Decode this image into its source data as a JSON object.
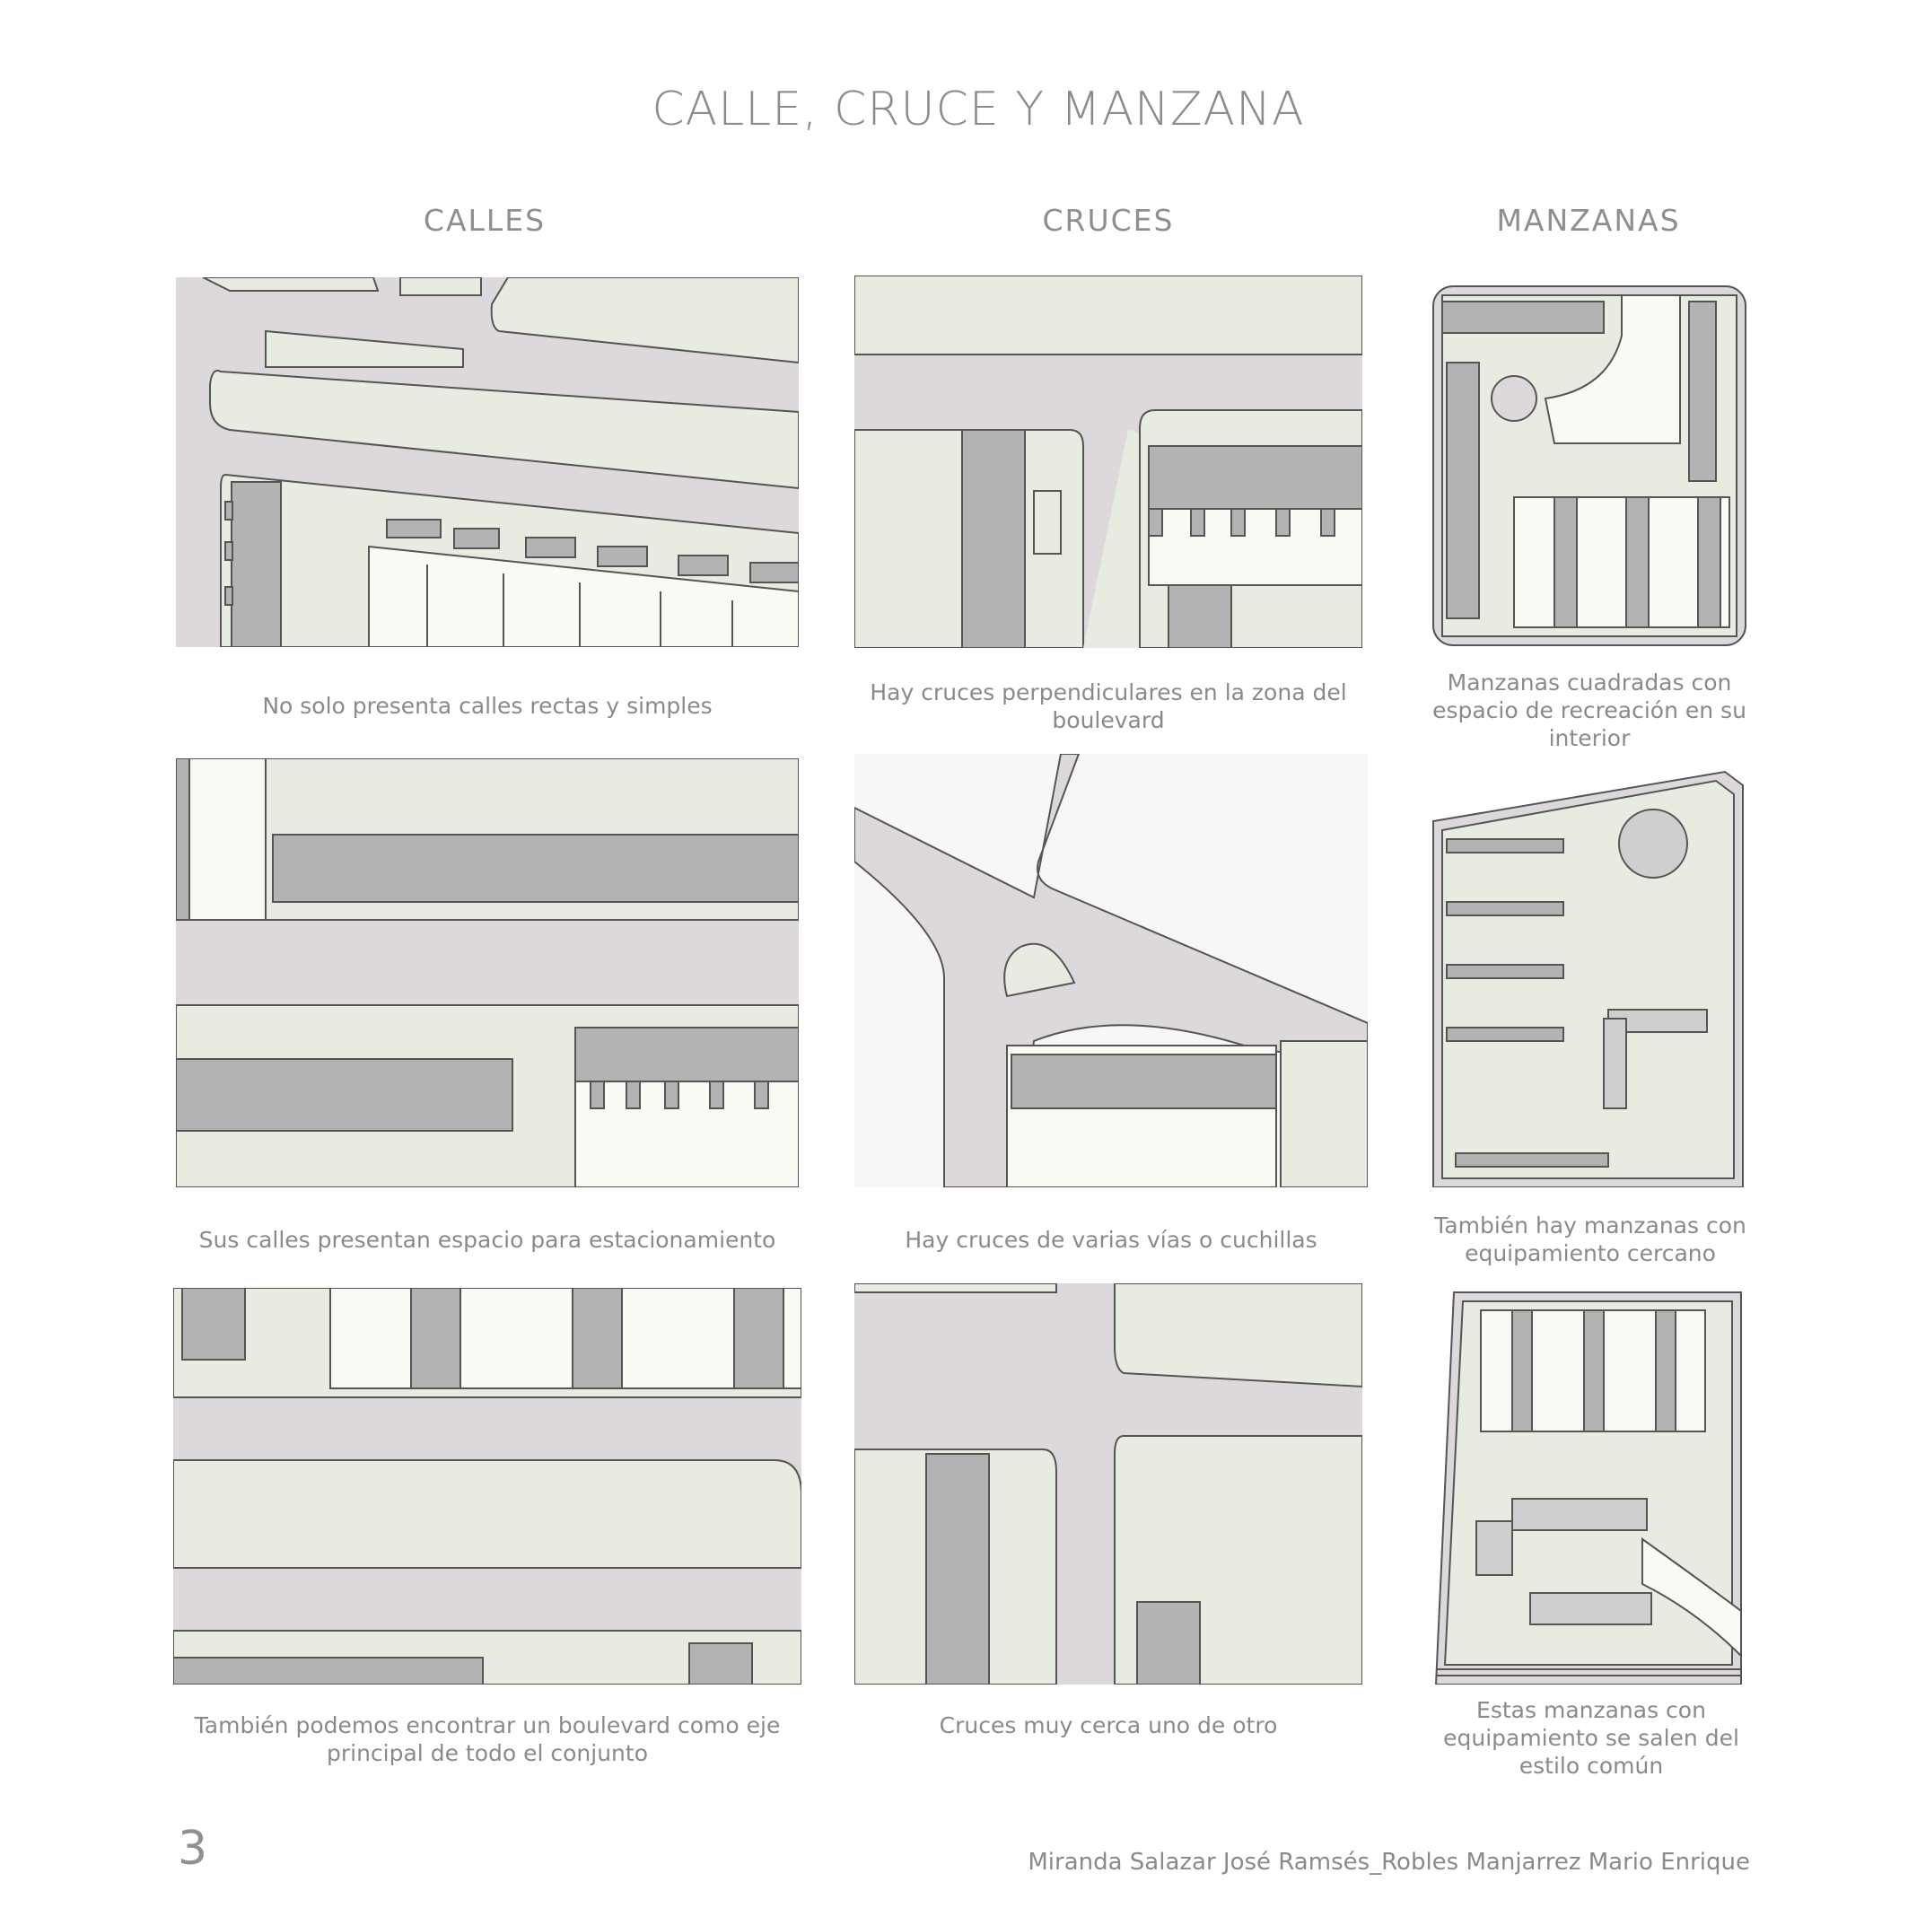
{
  "title": "CALLE, CRUCE Y MANZANA",
  "columns": [
    "CALLES",
    "CRUCES",
    "MANZANAS"
  ],
  "panels": [
    {
      "caption": "No solo presenta calles rectas y simples"
    },
    {
      "caption": "Hay cruces perpendiculares en la zona del boulevard"
    },
    {
      "caption": "Manzanas cuadradas con espacio de recreación en su interior"
    },
    {
      "caption": "Sus calles presentan espacio para estacionamiento"
    },
    {
      "caption": "Hay cruces de varias vías o cuchillas"
    },
    {
      "caption": "También hay manzanas con equipamiento cercano"
    },
    {
      "caption": "También podemos encontrar un boulevard como eje principal de todo el conjunto"
    },
    {
      "caption": "Cruces muy cerca uno de otro"
    },
    {
      "caption": "Estas manzanas con equipamiento se salen del estilo común"
    }
  ],
  "footer": {
    "page_number": "3",
    "authors": "Miranda Salazar José Ramsés_Robles Manjarrez Mario Enrique"
  },
  "colors": {
    "road": "#ddd8dc",
    "green": "#e8ebe0",
    "building": "#b3b3b3",
    "lot": "#fafaf5",
    "line": "#555555"
  }
}
